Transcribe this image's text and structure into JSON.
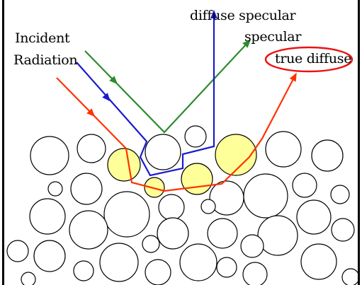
{
  "labels": {
    "incident_line1": "Incident",
    "incident_line2": "Radiation",
    "diffuse_specular": "diffuse specular",
    "specular": "specular",
    "true_diffuse": "true diffuse"
  },
  "colors": {
    "specular_ray": "#2e8b2e",
    "diffuse_specular_ray": "#1a1acc",
    "true_diffuse_ray": "#ff3300",
    "highlighted_particle": "#ffff99",
    "highlight_ellipse": "#ee1111",
    "particle_outline": "#000000"
  },
  "icons": {
    "ray_arrowhead": "arrowhead-icon",
    "particle": "particle-circle"
  }
}
